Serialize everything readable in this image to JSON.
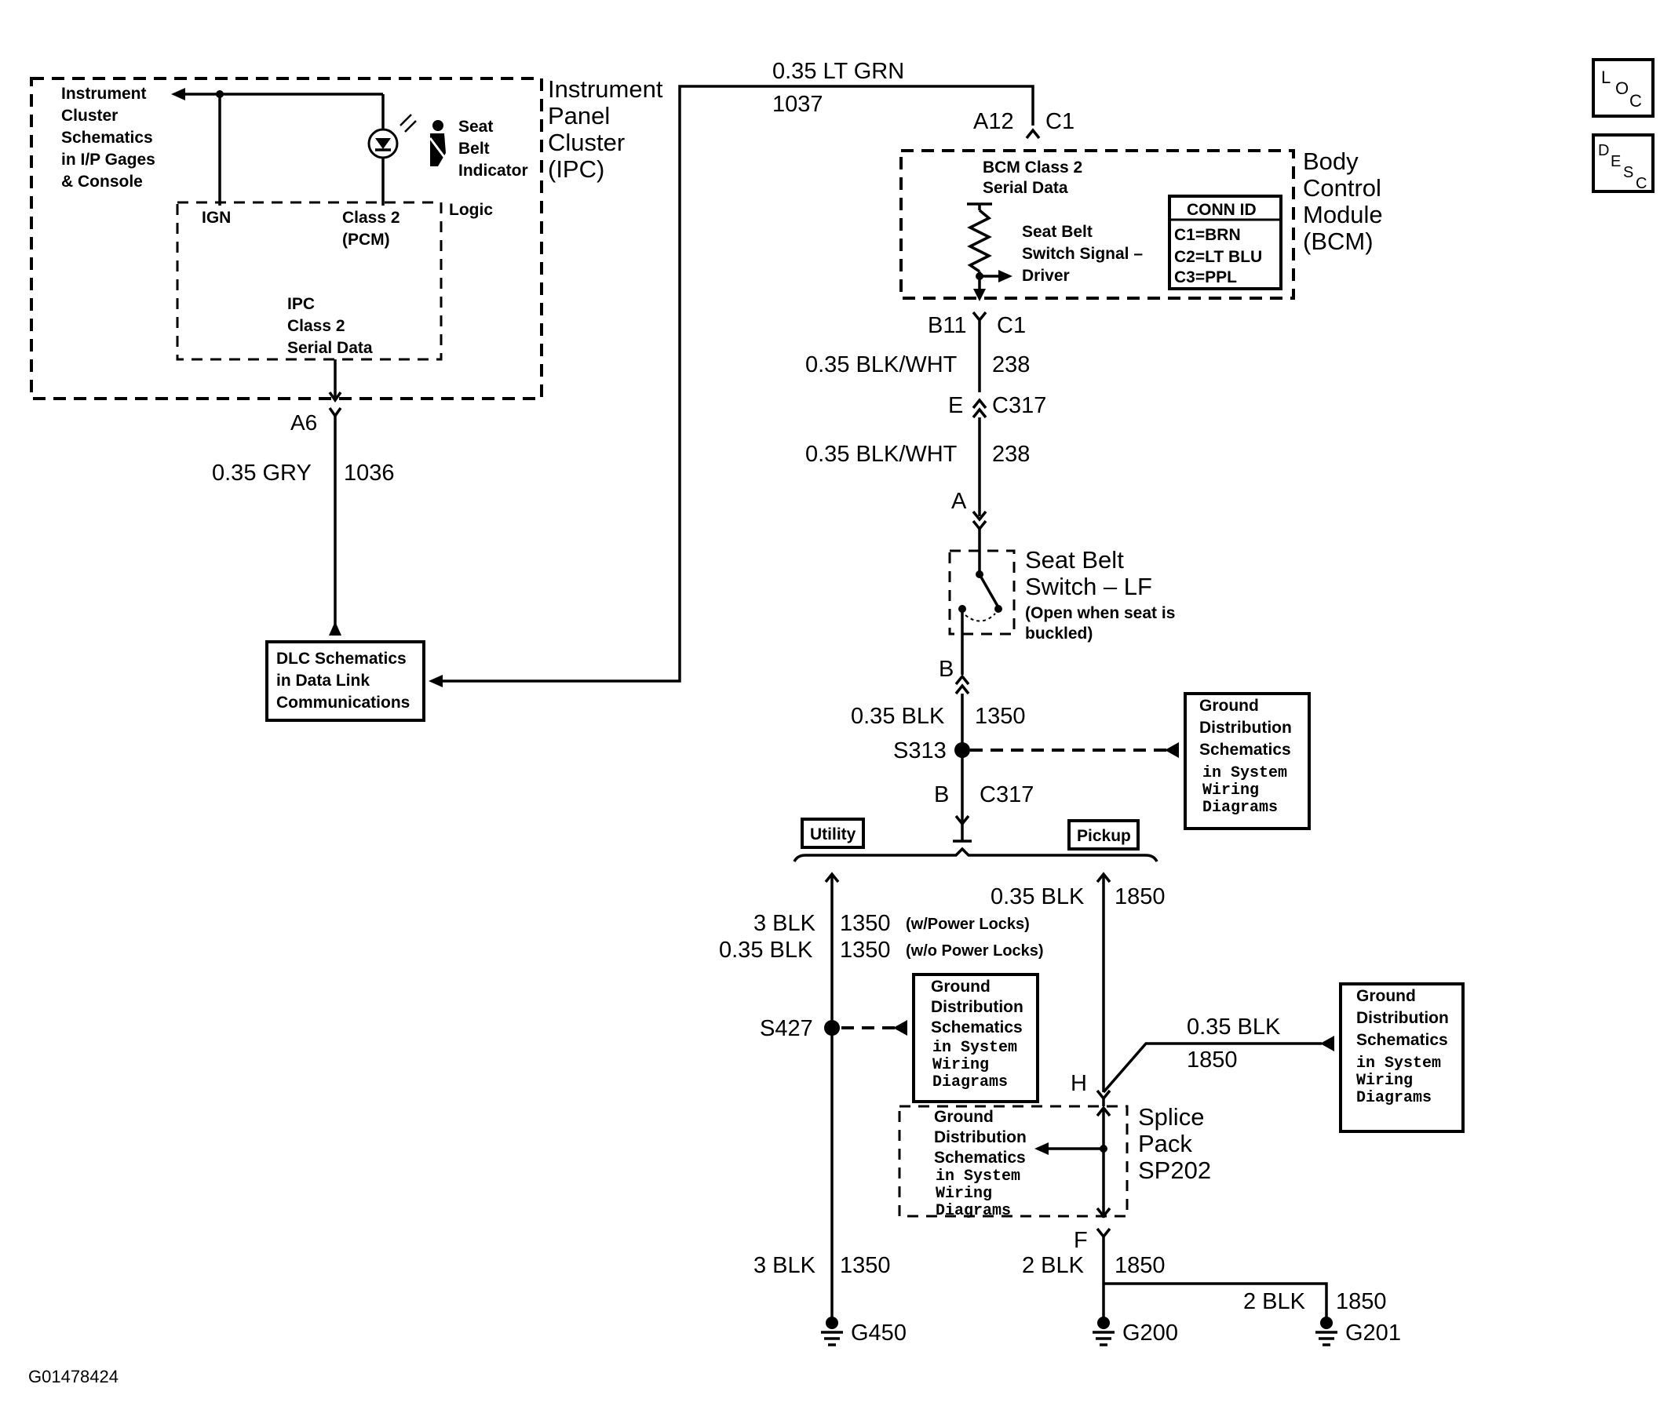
{
  "ipc": {
    "title": [
      "Instrument",
      "Panel",
      "Cluster",
      "(IPC)"
    ],
    "ref_schematics": [
      "Instrument",
      "Cluster",
      "Schematics",
      "in I/P Gages",
      "& Console"
    ],
    "seat_belt_indicator": [
      "Seat",
      "Belt",
      "Indicator"
    ],
    "ign": "IGN",
    "class2_pcm": [
      "Class 2",
      "(PCM)"
    ],
    "logic": "Logic",
    "serial": [
      "IPC",
      "Class 2",
      "Serial Data"
    ],
    "pin": "A6",
    "wire_size_color": "0.35 GRY",
    "circuit": "1036"
  },
  "dlc": {
    "lines": [
      "DLC Schematics",
      "in Data Link",
      "Communications"
    ]
  },
  "top_wire": {
    "size_color": "0.35 LT GRN",
    "circuit": "1037"
  },
  "bcm": {
    "pin_top": "A12",
    "conn_top": "C1",
    "title": [
      "Body",
      "Control",
      "Module",
      "(BCM)"
    ],
    "serial": [
      "BCM Class 2",
      "Serial Data"
    ],
    "switch_signal": [
      "Seat Belt",
      "Switch Signal –",
      "Driver"
    ],
    "conn_id_header": "CONN ID",
    "conn_ids": [
      "C1=BRN",
      "C2=LT BLU",
      "C3=PPL"
    ],
    "pin_bottom": "B11",
    "conn_bottom": "C1"
  },
  "wire_238_a": {
    "size_color": "0.35 BLK/WHT",
    "circuit": "238"
  },
  "c317_upper": {
    "pin": "E",
    "conn": "C317"
  },
  "wire_238_b": {
    "size_color": "0.35 BLK/WHT",
    "circuit": "238"
  },
  "switch_pin_a": "A",
  "seat_belt_switch": {
    "title": [
      "Seat Belt",
      "Switch – LF"
    ],
    "note": [
      "(Open when seat is",
      "buckled)"
    ]
  },
  "switch_pin_b": "B",
  "wire_1350_a": {
    "size_color": "0.35 BLK",
    "circuit": "1350"
  },
  "s313": "S313",
  "ground_dist_1": {
    "bold": [
      "Ground",
      "Distribution",
      "Schematics"
    ],
    "mono": [
      "in System",
      "Wiring",
      "Diagrams"
    ]
  },
  "c317_lower": {
    "pin": "B",
    "conn": "C317"
  },
  "utility_label": "Utility",
  "pickup_label": "Pickup",
  "wire_1850_top": {
    "size_color": "0.35 BLK",
    "circuit": "1850"
  },
  "utility_wire": {
    "size_1": "3 BLK",
    "circuit_1": "1350",
    "note_1": "(w/Power Locks)",
    "size_2": "0.35 BLK",
    "circuit_2": "1350",
    "note_2": "(w/o Power Locks)"
  },
  "s427": "S427",
  "ground_dist_2": {
    "bold": [
      "Ground",
      "Distribution",
      "Schematics"
    ],
    "mono": [
      "in System",
      "Wiring",
      "Diagrams"
    ]
  },
  "wire_1850_side": {
    "size_color": "0.35 BLK",
    "circuit": "1850"
  },
  "ground_dist_3": {
    "bold": [
      "Ground",
      "Distribution",
      "Schematics"
    ],
    "mono": [
      "in System",
      "Wiring",
      "Diagrams"
    ]
  },
  "splice_pin_h": "H",
  "splice_pack": [
    "Splice",
    "Pack",
    "SP202"
  ],
  "ground_dist_4": {
    "bold": [
      "Ground",
      "Distribution",
      "Schematics"
    ],
    "mono": [
      "in System",
      "Wiring",
      "Diagrams"
    ]
  },
  "splice_pin_f": "F",
  "wire_1350_bottom": {
    "size_color": "3 BLK",
    "circuit": "1350"
  },
  "wire_1850_bottom": {
    "size_color": "2 BLK",
    "circuit": "1850"
  },
  "wire_1850_g201": {
    "size_color": "2 BLK",
    "circuit": "1850"
  },
  "grounds": {
    "g450": "G450",
    "g200": "G200",
    "g201": "G201"
  },
  "figure_id": "G01478424",
  "side_buttons": {
    "loc": [
      "L",
      "O",
      "C"
    ],
    "desc": [
      "D",
      "E",
      "S",
      "C"
    ]
  }
}
